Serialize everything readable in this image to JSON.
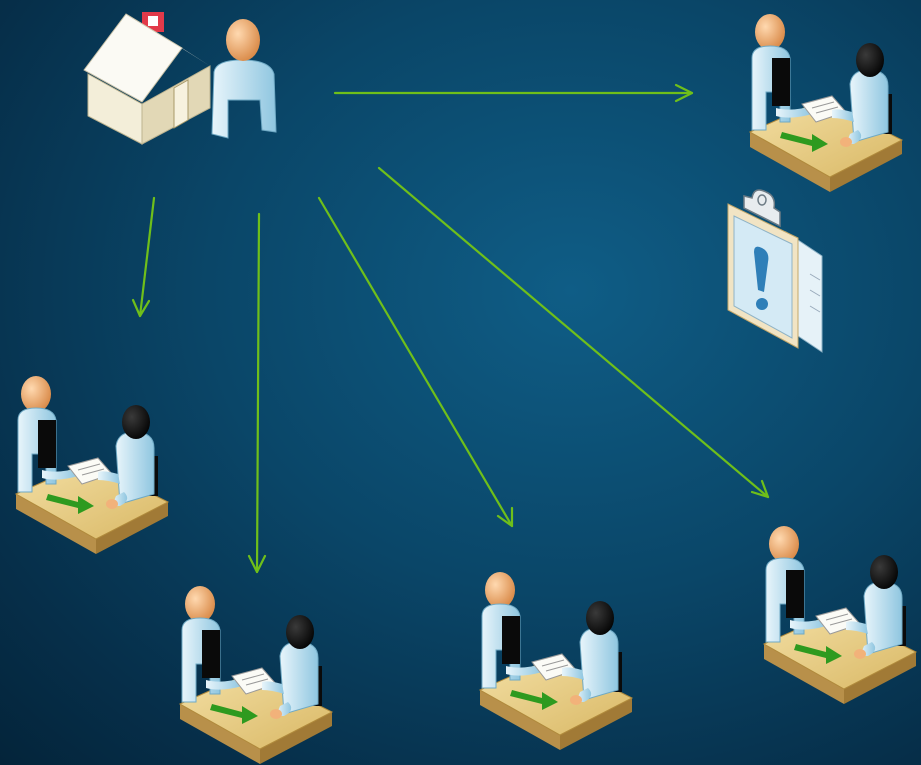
{
  "diagram": {
    "colors": {
      "background": "#0a4668",
      "arrow": "#6fbf1a",
      "desk": "#e6c883",
      "person_shirt": "#bfe0ee",
      "skin": "#f2b27a"
    },
    "icons": {
      "source": [
        "house-icon",
        "person-icon"
      ],
      "meeting": "meeting-desk-icon",
      "alert": "clipboard-alert-icon"
    },
    "nodes": [
      {
        "id": "hq",
        "icon": "house-with-person-icon"
      },
      {
        "id": "m-top-right",
        "icon": "meeting-desk-icon"
      },
      {
        "id": "m-left",
        "icon": "meeting-desk-icon"
      },
      {
        "id": "m-bottom-1",
        "icon": "meeting-desk-icon"
      },
      {
        "id": "m-bottom-2",
        "icon": "meeting-desk-icon"
      },
      {
        "id": "m-right",
        "icon": "meeting-desk-icon"
      },
      {
        "id": "alert",
        "icon": "clipboard-alert-icon"
      }
    ],
    "edges": [
      {
        "from": "hq",
        "to": "m-top-right"
      },
      {
        "from": "hq",
        "to": "m-left"
      },
      {
        "from": "hq",
        "to": "m-bottom-1"
      },
      {
        "from": "hq",
        "to": "m-bottom-2"
      },
      {
        "from": "hq",
        "to": "m-right"
      }
    ]
  }
}
